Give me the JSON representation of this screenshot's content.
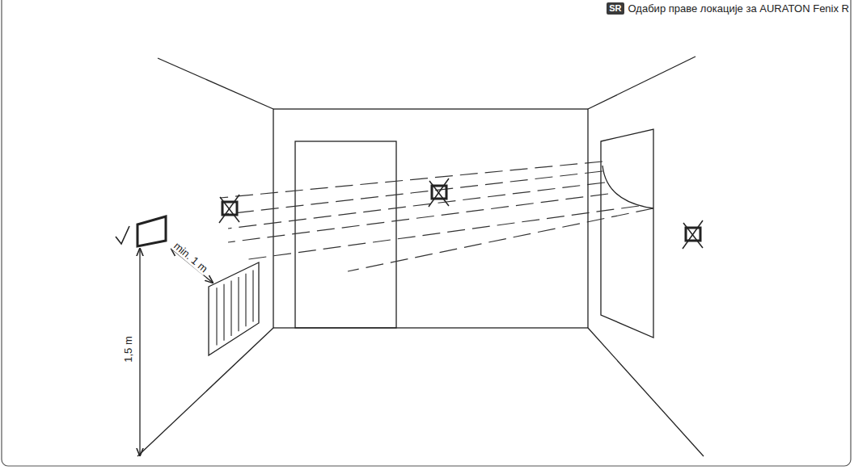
{
  "diagram": {
    "title": "Одабир праве локације за AURATON Fenix R",
    "nodes": [
      {
        "text": [
          "SR"
        ]
      }
    ],
    "labels": [
      "min. 1 m",
      "1,5 m"
    ]
  }
}
